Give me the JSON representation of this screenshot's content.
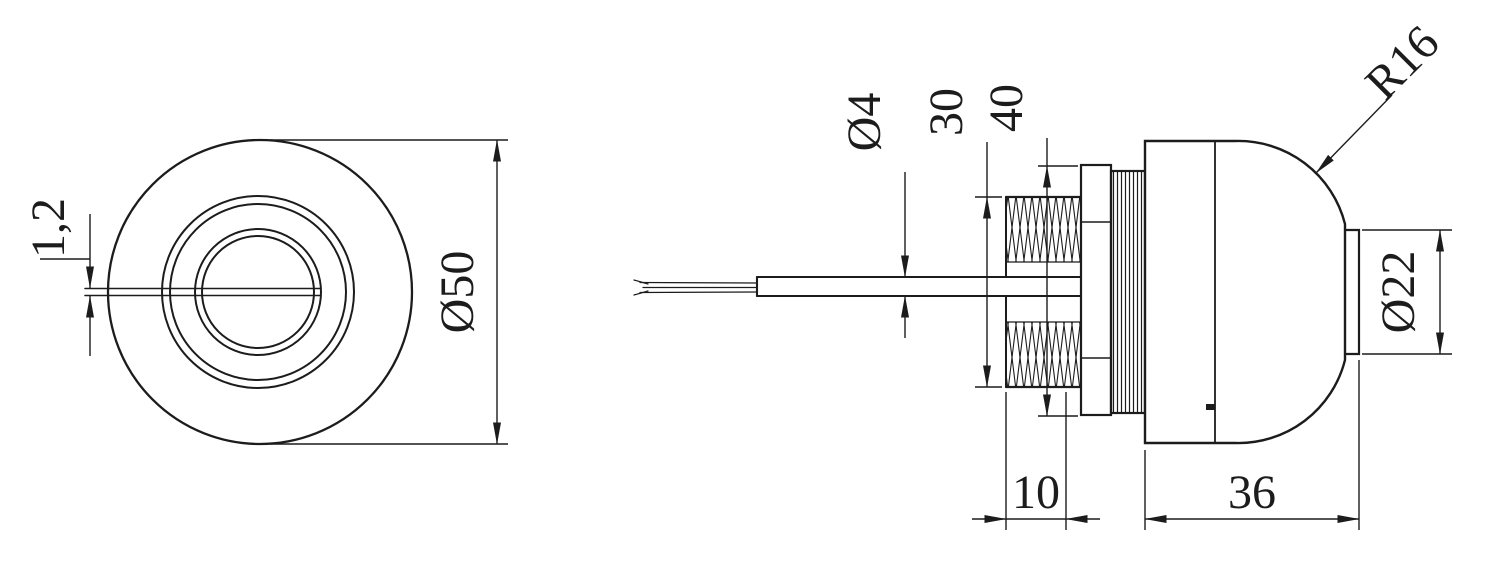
{
  "drawing": {
    "background_color": "#ffffff",
    "line_color": "#1c1c1c",
    "front_view": {
      "dim_slot_width": "1,2",
      "dim_outer_diameter": "Ø50"
    },
    "side_view": {
      "dim_cable_diameter": "Ø4",
      "dim_thread_diameter": "30",
      "dim_flange_diameter": "40",
      "dim_dome_radius": "R16",
      "dim_boss_diameter": "Ø22",
      "dim_thread_length": "10",
      "dim_body_length": "36"
    }
  }
}
